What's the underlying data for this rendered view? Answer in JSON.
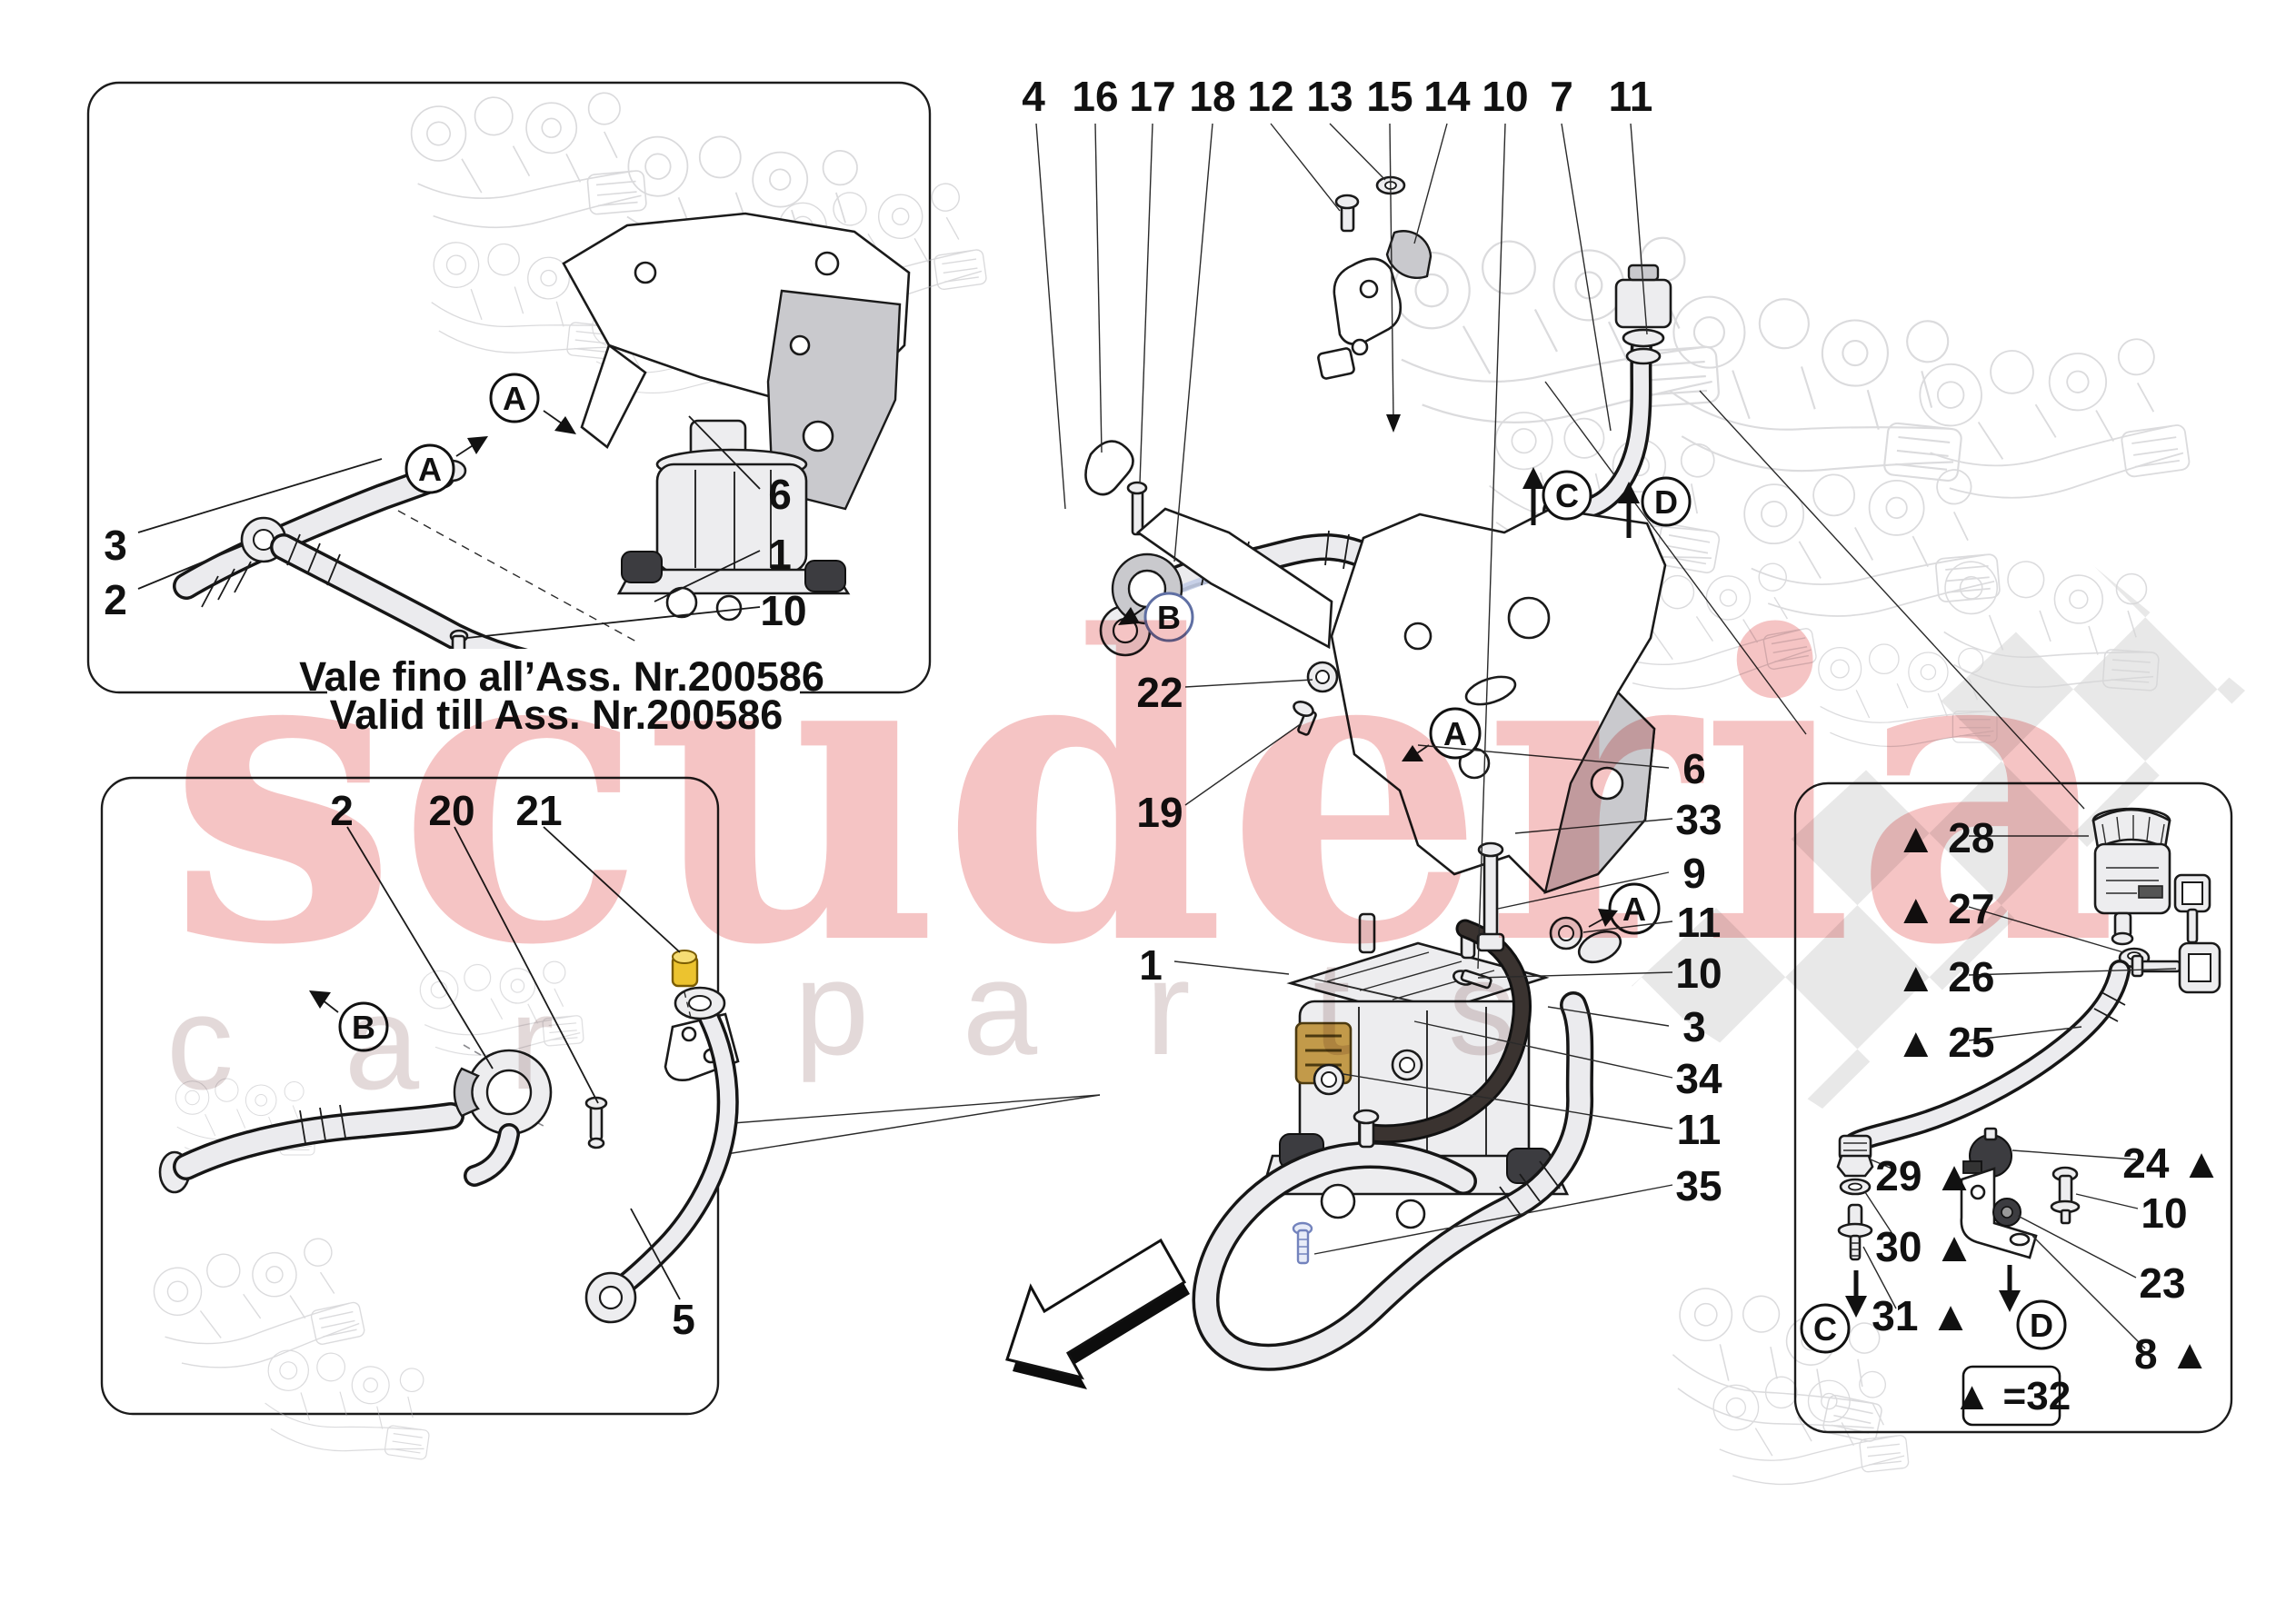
{
  "page_type": "exploded-parts-diagram",
  "colors": {
    "accent_yellow": "#ecc32f",
    "accent_yellow_light": "#f6dd74",
    "hose_dark": "#3a3330",
    "checker_gray": "#d4d4d4",
    "watermark_pink": "#f5c4c4",
    "watermark_gray": "#e3d9d9",
    "link_blue": "#5f6fa3"
  },
  "watermark": {
    "word": "scuderia",
    "sub": [
      "c",
      "a",
      "r",
      "p",
      "a",
      "r",
      "t",
      "s"
    ]
  },
  "inset_till": {
    "caption1": "Vale fino all’Ass. Nr.200586",
    "caption2": "Valid till Ass. Nr.200586",
    "callouts": [
      "3",
      "2",
      "6",
      "1",
      "10"
    ],
    "view": "A"
  },
  "inset_b": {
    "callouts": [
      "2",
      "20",
      "21",
      "5"
    ],
    "view": "B"
  },
  "main": {
    "top_callouts": [
      "4",
      "16",
      "17",
      "18",
      "12",
      "13",
      "15",
      "14",
      "10",
      "7",
      "11"
    ],
    "left_callouts": [
      "22",
      "19",
      "1"
    ],
    "right_callouts": [
      "6",
      "33",
      "9",
      "11",
      "10",
      "3",
      "34",
      "11",
      "35"
    ],
    "view_a": "A",
    "view_b": "B",
    "view_c": "C",
    "view_d": "D"
  },
  "inset_reservoir": {
    "labels": [
      "▲ 28",
      "▲ 27",
      "▲ 26",
      "▲ 25",
      "24 ▲",
      "29 ▲",
      "10",
      "30 ▲",
      "23",
      "31 ▲",
      "8 ▲"
    ],
    "view_c": "C",
    "view_d": "D",
    "legend": "▲ =32"
  }
}
